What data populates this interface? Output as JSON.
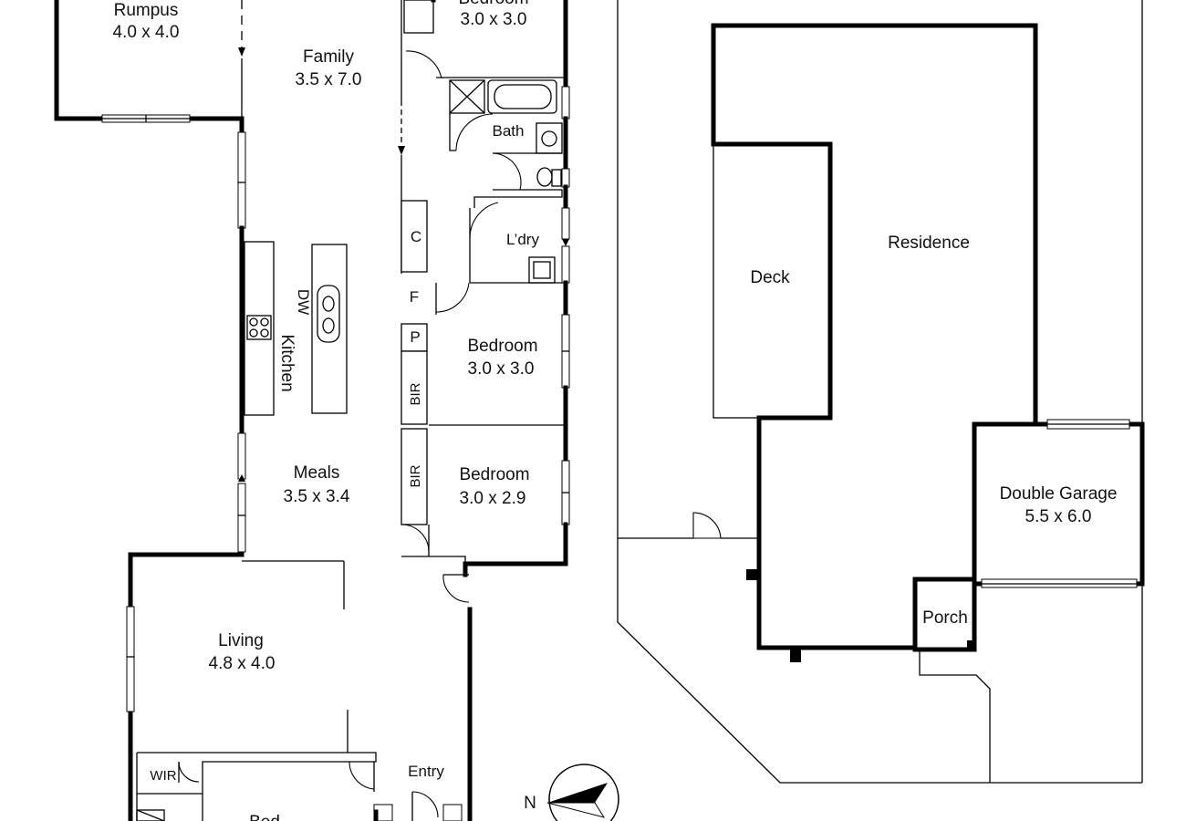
{
  "floor_plan": {
    "rooms": {
      "rumpus": {
        "name": "Rumpus",
        "size": "4.0 x 4.0"
      },
      "family": {
        "name": "Family",
        "size": "3.5 x 7.0"
      },
      "bedroom_top": {
        "name": "Bedroom",
        "size": "3.0 x 3.0"
      },
      "bath": {
        "name": "Bath"
      },
      "laundry": {
        "name": "L’dry"
      },
      "bedroom_mid": {
        "name": "Bedroom",
        "size": "3.0 x 3.0"
      },
      "bedroom_low": {
        "name": "Bedroom",
        "size": "3.0 x 2.9"
      },
      "kitchen": {
        "name": "Kitchen"
      },
      "dishwasher": {
        "name": "DW"
      },
      "meals": {
        "name": "Meals",
        "size": "3.5 x 3.4"
      },
      "living": {
        "name": "Living",
        "size": "4.8 x 4.0"
      },
      "entry": {
        "name": "Entry"
      },
      "wir": {
        "name": "WIR"
      },
      "bed_cut": {
        "name": "Bed"
      },
      "cupboard": {
        "name": "C"
      },
      "fridge": {
        "name": "F"
      },
      "pantry": {
        "name": "P"
      },
      "bir_1": {
        "name": "BIR"
      },
      "bir_2": {
        "name": "BIR"
      }
    },
    "compass": {
      "label": "N"
    }
  },
  "site_plan": {
    "residence": {
      "name": "Residence"
    },
    "deck": {
      "name": "Deck"
    },
    "garage": {
      "name": "Double Garage",
      "size": "5.5 x 6.0"
    },
    "porch": {
      "name": "Porch"
    }
  }
}
